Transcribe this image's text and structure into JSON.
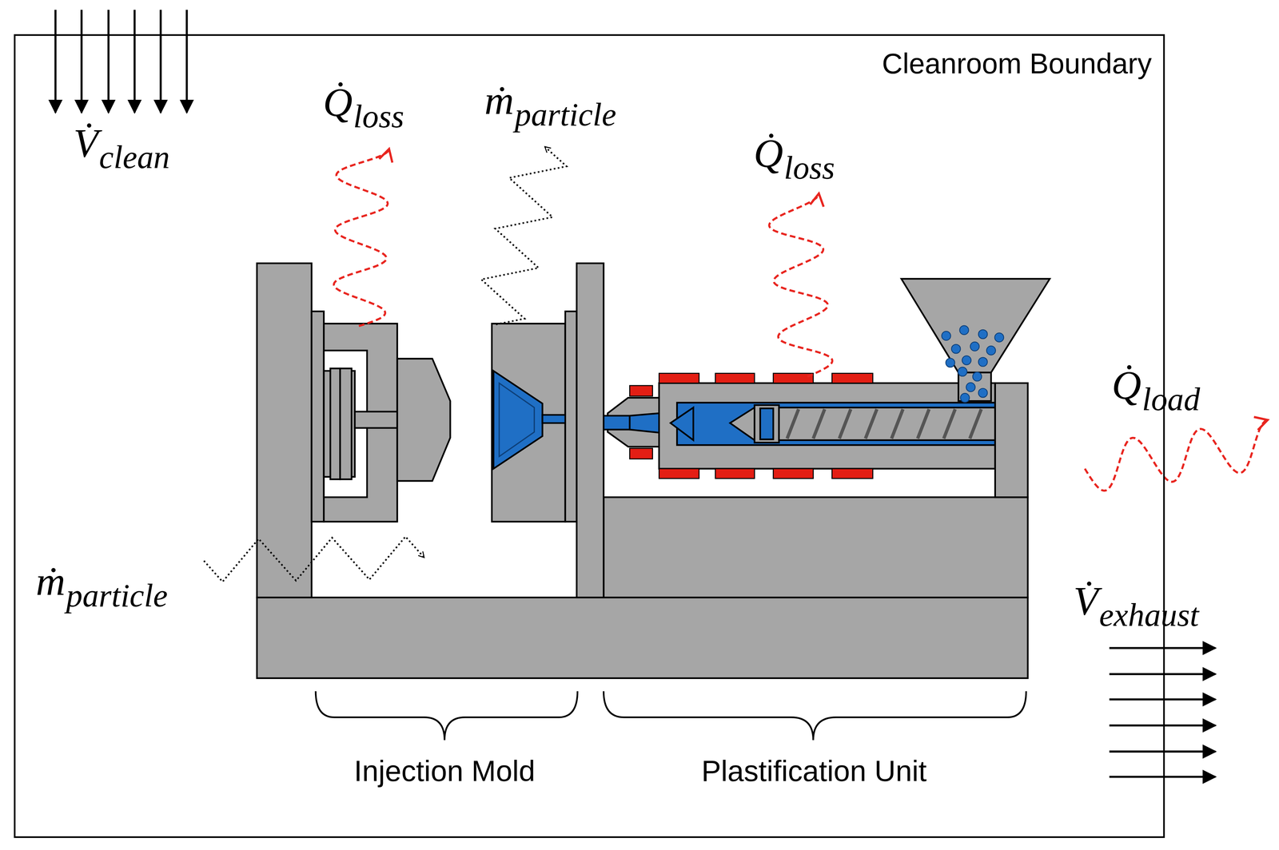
{
  "diagram": {
    "nodes": [
      {
        "text": [
          "Cleanroom Boundary"
        ]
      }
    ],
    "labels": [
      "V̇",
      "clean",
      "Q̇",
      "loss",
      "ṁ",
      "particle",
      "Q̇",
      "loss",
      "Q̇",
      "load",
      "ṁ",
      "particle",
      "V̇",
      "exhaust",
      "Injection Mold",
      "Plastification Unit"
    ]
  }
}
